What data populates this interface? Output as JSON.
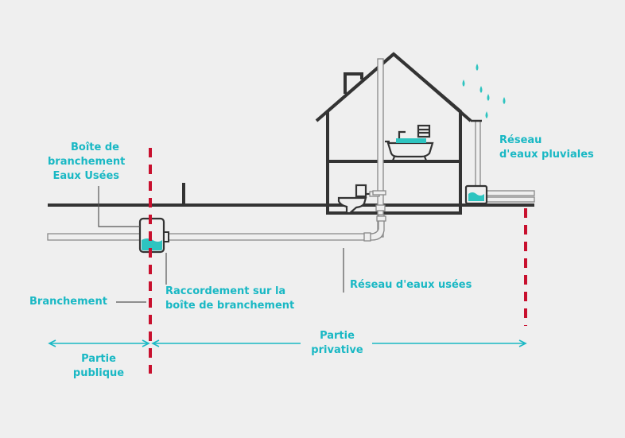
{
  "labels": {
    "boite_line1": "Boîte de",
    "boite_line2": "branchement",
    "boite_line3": "Eaux Usées",
    "pluviales_line1": "Réseau",
    "pluviales_line2": "d'eaux pluviales",
    "raccord_line1": "Raccordement sur la",
    "raccord_line2": "boîte de branchement",
    "branchement": "Branchement",
    "usees": "Réseau d'eaux usées",
    "publique_line1": "Partie",
    "publique_line2": "publique",
    "privative_line1": "Partie",
    "privative_line2": "privative"
  },
  "colors": {
    "accent": "#19b8c4",
    "line": "#333333",
    "boundary": "#c8102e",
    "water": "#2ec4c0",
    "background": "#efefef"
  }
}
